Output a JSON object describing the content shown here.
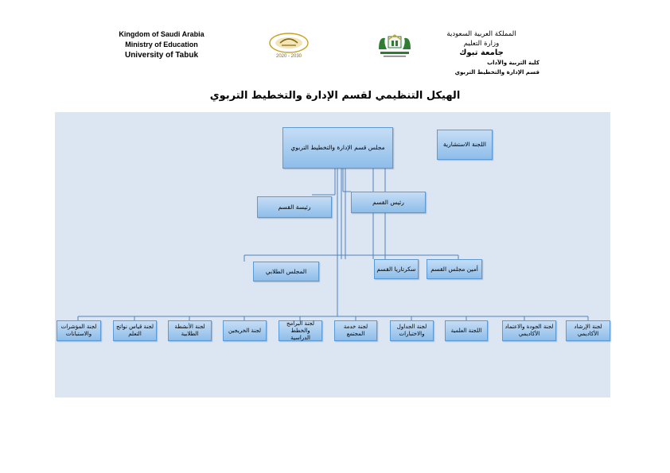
{
  "header": {
    "english": [
      "Kingdom of Saudi Arabia",
      "Ministry of Education",
      "University of Tabuk"
    ],
    "arabic": [
      "المملكة العربية السعودية",
      "وزارة التعليم",
      "جامعة تبوك",
      "كلية التربية والآداب",
      "قسم الإدارة والتخطيط التربوي"
    ],
    "vision_logo_years": "2020 - 2030"
  },
  "title": "الهيكل التنظيمي لقسم الإدارة والتخطيط التربوي",
  "chart": {
    "council": "مجلس قسم الإدارة والتخطيط التربوي",
    "advisory": "اللجنة الاستشارية",
    "head_male": "رئيس القسم",
    "head_female": "رئيسة القسم",
    "secretary_general": "أمين مجلس القسم",
    "secretary": "سكرتاريا القسم",
    "student_council": "المجلس الطلابي",
    "committees": [
      "لجنة الإرشاد الأكاديمي",
      "لجنة الجودة والاعتماد الأكاديمي",
      "اللجنة العلمية",
      "لجنة الجداول والاختبارات",
      "لجنة خدمة المجتمع",
      "لجنة البرامج والخطط الدراسية",
      "لجنة الخريجين",
      "لجنة الأنشطة الطلابية",
      "لجنة قياس نواتج التعلم",
      "لجنة المؤشرات والاستبانات"
    ]
  },
  "colors": {
    "panel": "#dce6f2",
    "box_border": "#5b9bd5",
    "line": "#4f81bd",
    "logo_green": "#2e7d32",
    "logo_gold": "#c9a227"
  }
}
